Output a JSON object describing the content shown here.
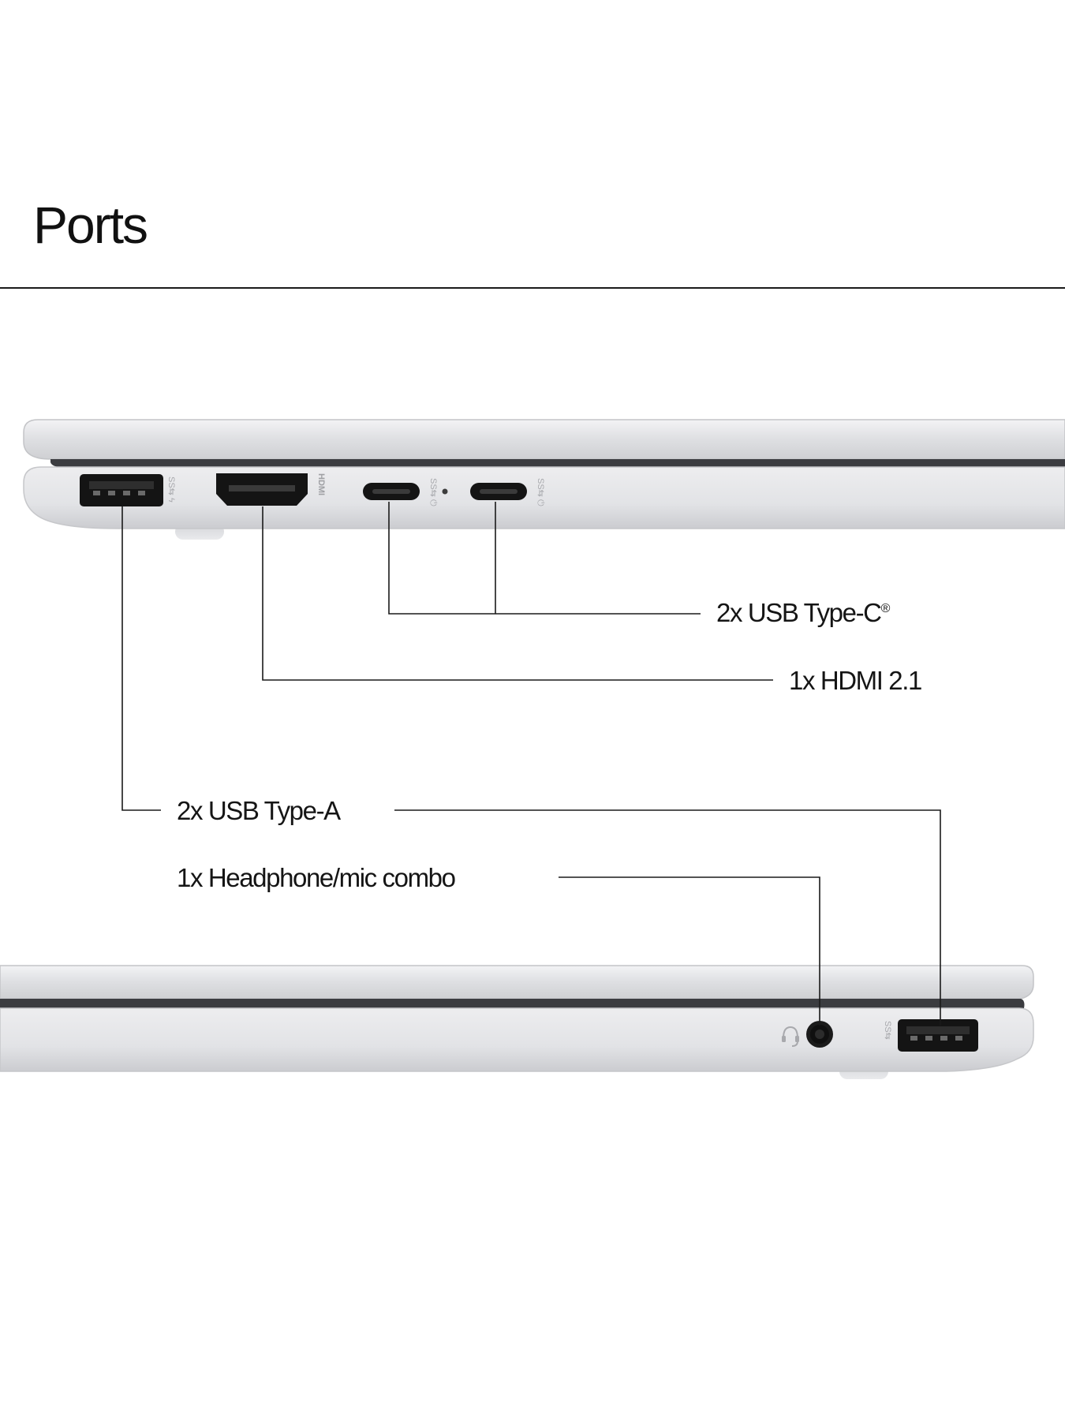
{
  "page": {
    "title": "Ports"
  },
  "callouts": {
    "usb_c": {
      "label": "2x USB Type-C",
      "mark": "®"
    },
    "hdmi": {
      "label": "1x HDMI 2.1"
    },
    "usb_a": {
      "label": "2x USB Type-A"
    },
    "audio": {
      "label": "1x Headphone/mic combo"
    }
  },
  "port_icons": {
    "usb_a_left": "ss-usb-charging-icon",
    "hdmi": "hdmi-logo-icon",
    "usb_c_1": "ss-usb-power-icon",
    "usb_c_2": "ss-usb-power-icon",
    "audio": "headset-icon",
    "usb_a_right": "ss-usb-icon"
  },
  "colors": {
    "chassis": "#dcdde0",
    "chassis_highlight": "#f4f4f6",
    "seam": "#3a3b3e",
    "port": "#141414",
    "leader_line": "#1a1a1a"
  }
}
